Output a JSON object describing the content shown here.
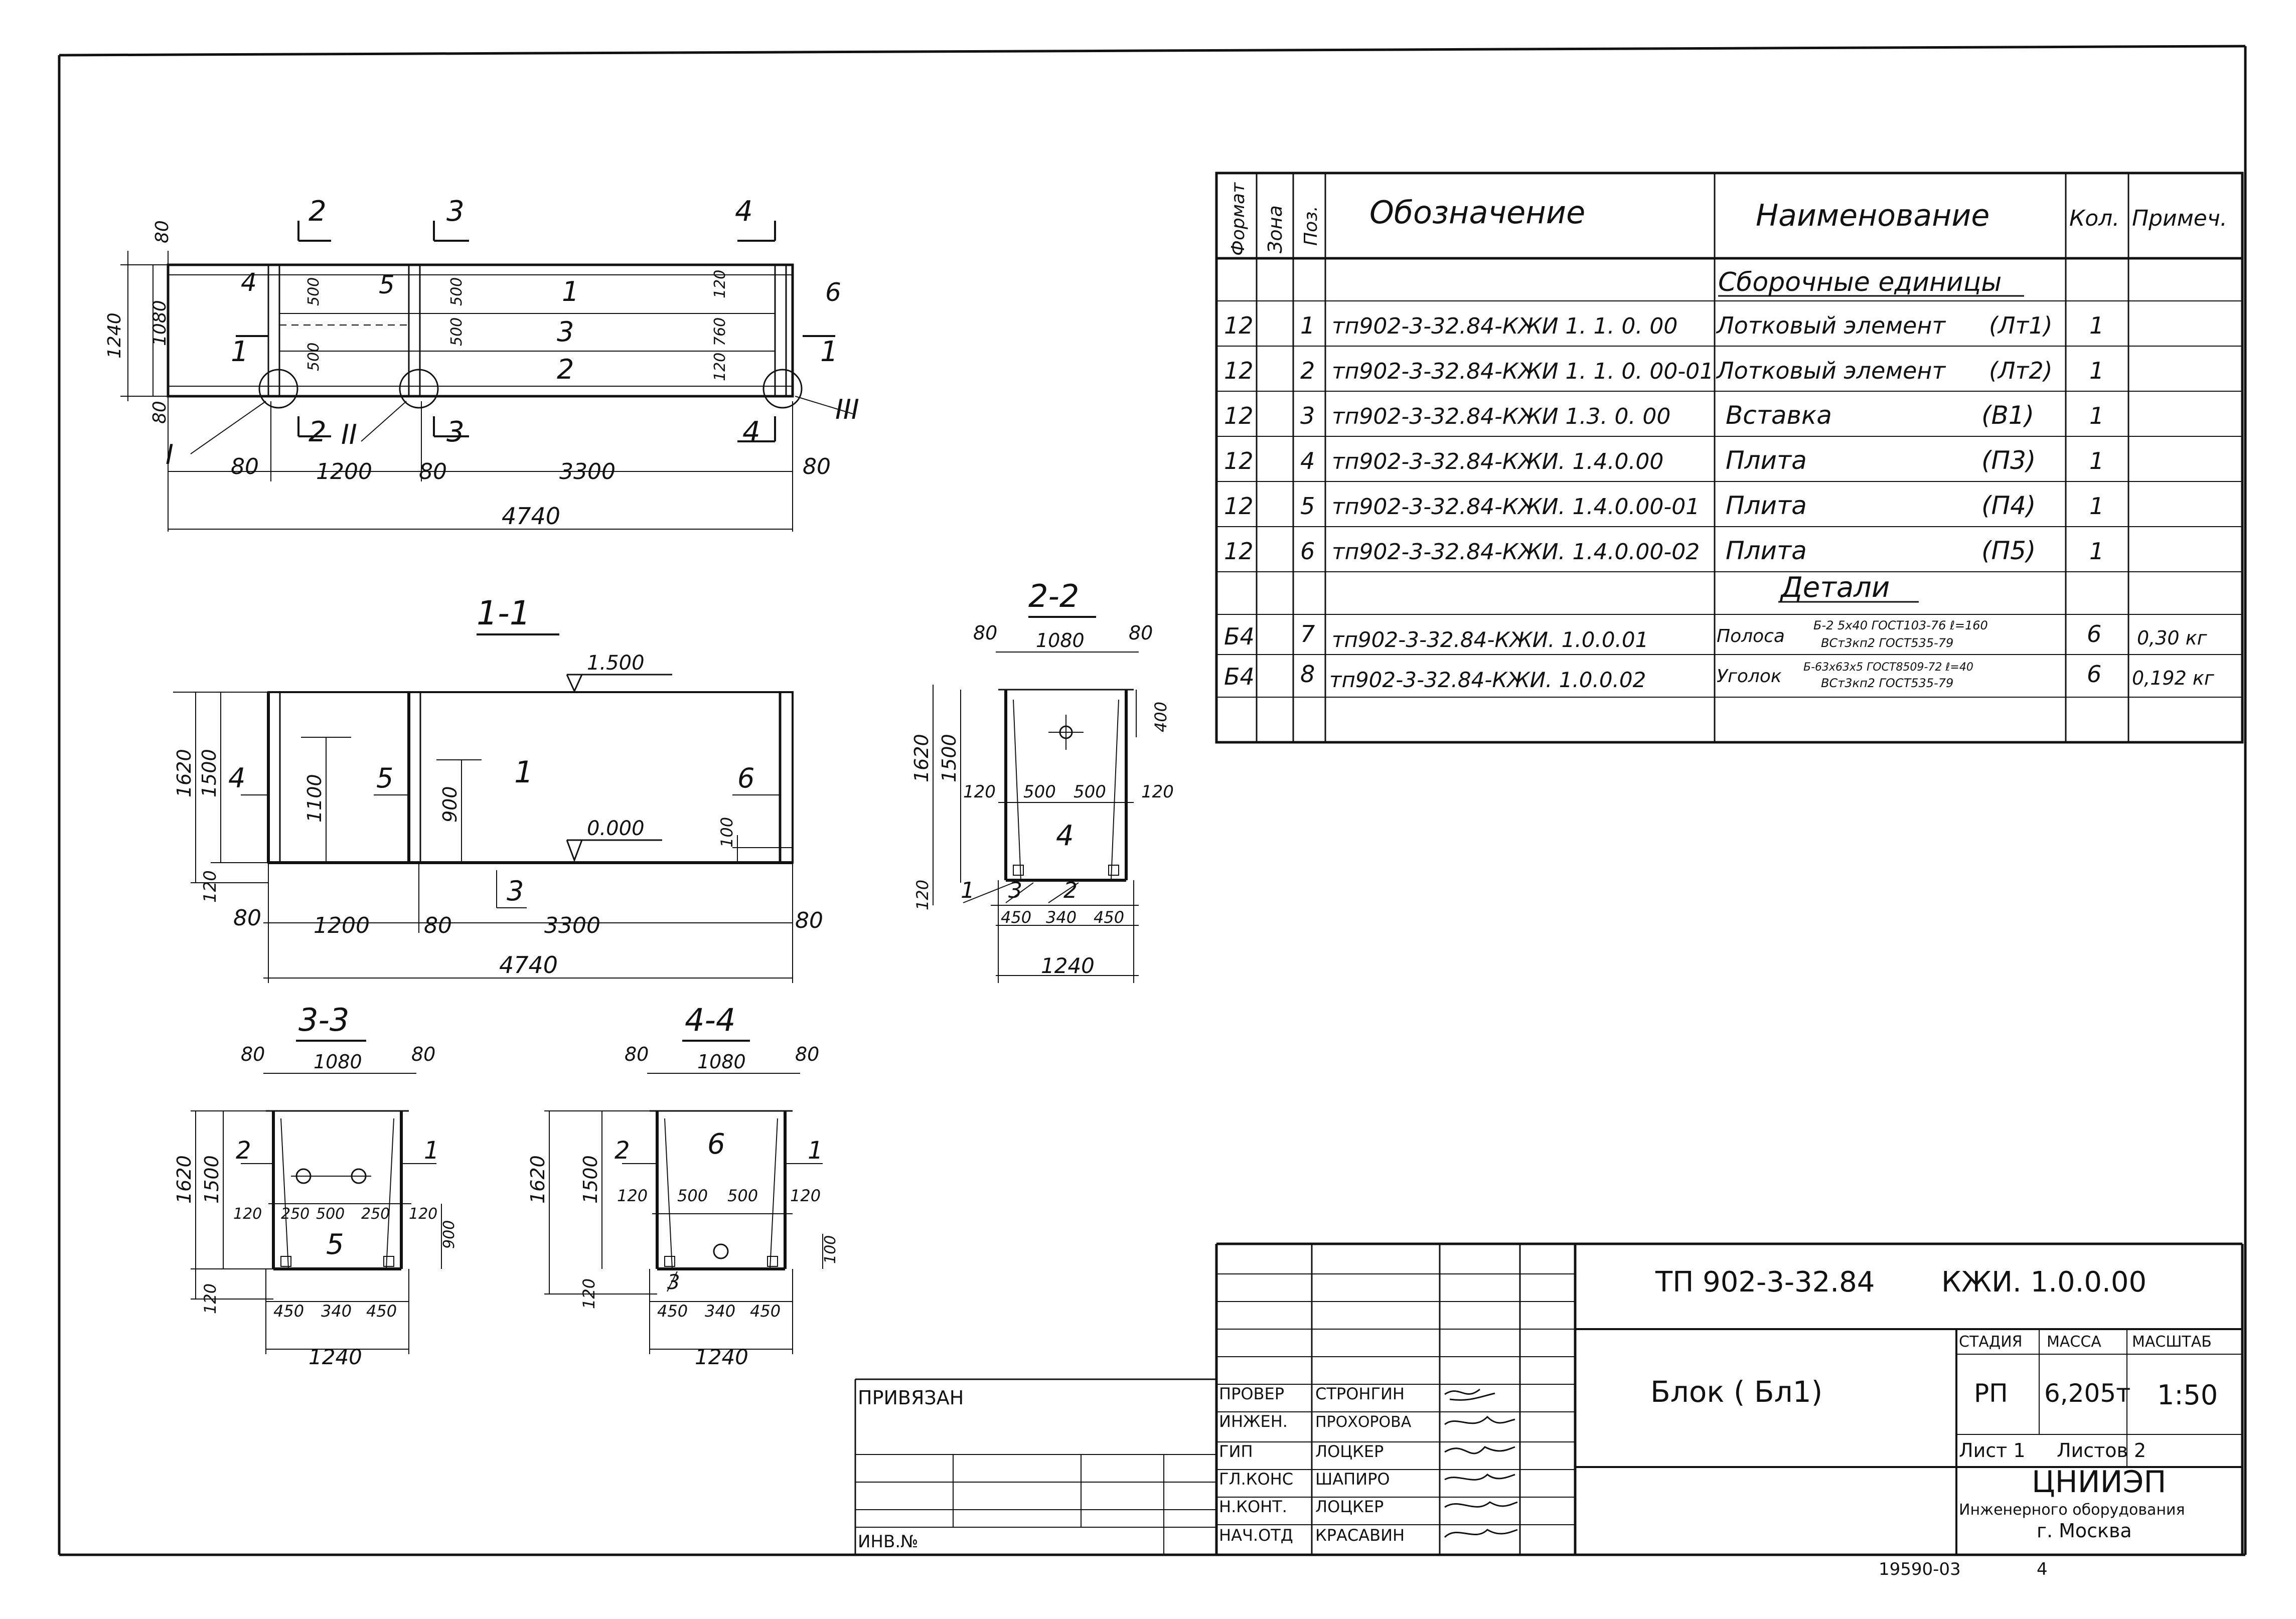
{
  "plan": {
    "section_marks": [
      "2",
      "3",
      "4",
      "1",
      "1",
      "2",
      "3",
      "4"
    ],
    "roman": [
      "I",
      "II",
      "III"
    ],
    "positions": [
      "1",
      "3",
      "2",
      "4",
      "5",
      "6"
    ],
    "dims_left": [
      "80",
      "1080",
      "80",
      "1240"
    ],
    "dims_inner": [
      "500",
      "500",
      "500",
      "500",
      "120",
      "760",
      "120"
    ],
    "dims_bottom": [
      "80",
      "1200",
      "80",
      "3300",
      "80"
    ],
    "total": "4740"
  },
  "section_1_1": {
    "title": "1-1",
    "level_top": "1.500",
    "level_bottom": "0.000",
    "dims_left": [
      "1620",
      "1500",
      "120"
    ],
    "dims_inner": [
      "1100",
      "900",
      "100"
    ],
    "positions": [
      "4",
      "5",
      "1",
      "6",
      "3"
    ],
    "dims_bottom": [
      "80",
      "1200",
      "80",
      "3300",
      "80"
    ],
    "total": "4740"
  },
  "section_2_2": {
    "title": "2-2",
    "dims_top": [
      "80",
      "1080",
      "80"
    ],
    "dims_left": [
      "1620",
      "1500",
      "120"
    ],
    "dim_right": "400",
    "dims_mid": [
      "120",
      "500",
      "500",
      "120"
    ],
    "position_center": "4",
    "positions_bottom": [
      "1",
      "3",
      "2"
    ],
    "dims_bottom": [
      "450",
      "340",
      "450"
    ],
    "total": "1240"
  },
  "section_3_3": {
    "title": "3-3",
    "dims_top": [
      "80",
      "1080",
      "80"
    ],
    "dims_left": [
      "1620",
      "1500",
      "120"
    ],
    "dims_mid": [
      "120",
      "250",
      "500",
      "250",
      "120"
    ],
    "dim_right": "900",
    "positions": [
      "2",
      "1",
      "5"
    ],
    "dims_bottom": [
      "450",
      "340",
      "450"
    ],
    "total": "1240"
  },
  "section_4_4": {
    "title": "4-4",
    "dims_top": [
      "80",
      "1080",
      "80"
    ],
    "dims_left": [
      "1620",
      "1500",
      "120"
    ],
    "dims_mid": [
      "120",
      "500",
      "500",
      "120"
    ],
    "dim_right": "100",
    "positions": [
      "2",
      "6",
      "1",
      "3"
    ],
    "dims_bottom": [
      "450",
      "340",
      "450"
    ],
    "total": "1240"
  },
  "spec": {
    "headers": [
      "Формат",
      "Зона",
      "Поз.",
      "Обозначение",
      "Наименование",
      "Кол.",
      "Примеч."
    ],
    "section_assembly": "Сборочные единицы",
    "section_details": "Детали",
    "rows": [
      {
        "fmt": "12",
        "pos": "1",
        "code": "тп902-3-32.84-КЖИ 1. 1. 0. 00",
        "name": "Лотковый элемент",
        "mark": "(Лт1)",
        "qty": "1",
        "note": ""
      },
      {
        "fmt": "12",
        "pos": "2",
        "code": "тп902-3-32.84-КЖИ 1. 1. 0. 00-01",
        "name": "Лотковый элемент",
        "mark": "(Лт2)",
        "qty": "1",
        "note": ""
      },
      {
        "fmt": "12",
        "pos": "3",
        "code": "тп902-3-32.84-КЖИ 1.3. 0. 00",
        "name": "Вставка",
        "mark": "(В1)",
        "qty": "1",
        "note": ""
      },
      {
        "fmt": "12",
        "pos": "4",
        "code": "тп902-3-32.84-КЖИ. 1.4.0.00",
        "name": "Плита",
        "mark": "(П3)",
        "qty": "1",
        "note": ""
      },
      {
        "fmt": "12",
        "pos": "5",
        "code": "тп902-3-32.84-КЖИ. 1.4.0.00-01",
        "name": "Плита",
        "mark": "(П4)",
        "qty": "1",
        "note": ""
      },
      {
        "fmt": "12",
        "pos": "6",
        "code": "тп902-3-32.84-КЖИ. 1.4.0.00-02",
        "name": "Плита",
        "mark": "(П5)",
        "qty": "1",
        "note": ""
      }
    ],
    "detail_rows": [
      {
        "fmt": "Б4",
        "pos": "7",
        "code": "тп902-3-32.84-КЖИ. 1.0.0.01",
        "name": "Полоса",
        "sub1": "Б-2 5х40 ГОСТ103-76 ℓ=160",
        "sub2": "ВСт3кп2 ГОСТ535-79",
        "qty": "6",
        "note": "0,30 кг"
      },
      {
        "fmt": "Б4",
        "pos": "8",
        "code": "тп902-3-32.84-КЖИ. 1.0.0.02",
        "name": "Уголок",
        "sub1": "Б-63х63х5 ГОСТ8509-72 ℓ=40",
        "sub2": "ВСт3кп2 ГОСТ535-79",
        "qty": "6",
        "note": "0,192 кг"
      }
    ]
  },
  "title_block": {
    "doc_code": "ТП 902-3-32.84",
    "doc_suffix": "КЖИ. 1.0.0.00",
    "block_name": "Блок ( Бл1)",
    "stage_header": "СТАДИЯ",
    "mass_header": "МАССА",
    "scale_header": "МАСШТАБ",
    "stage": "РП",
    "mass": "6,205т",
    "scale": "1:50",
    "sheet": "Лист 1",
    "sheets": "Листов 2",
    "org_name": "ЦНИИЭП",
    "org_line2": "Инженерного оборудования",
    "org_city": "г. Москва",
    "privyazan": "ПРИВЯЗАН",
    "inv": "ИНВ.№",
    "roles": [
      "ПРОВЕР",
      "ИНЖЕН.",
      "ГИП",
      "ГЛ.КОНС",
      "Н.КОНТ.",
      "НАЧ.ОТД"
    ],
    "names": [
      "СТРОНГИН",
      "ПРОХОРОВА",
      "ЛОЦКЕР",
      "ШАПИРО",
      "ЛОЦКЕР",
      "КРАСАВИН"
    ],
    "footer_left": "19590-03",
    "footer_right": "4"
  }
}
